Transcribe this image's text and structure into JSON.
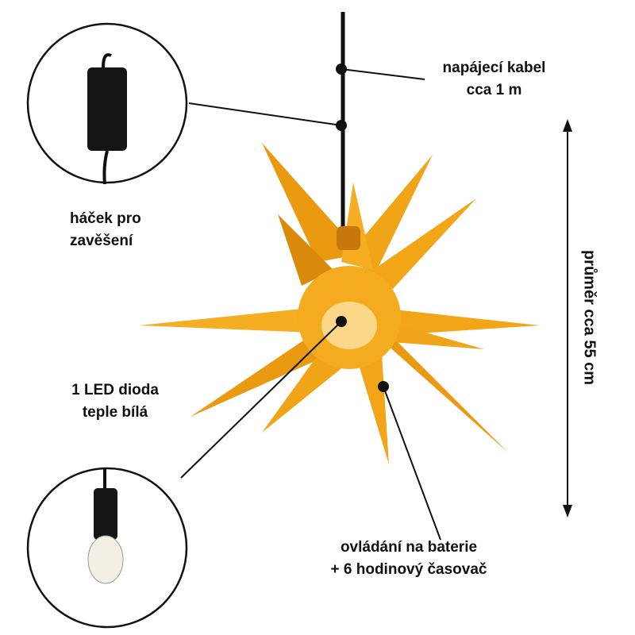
{
  "labels": {
    "cable": [
      "napájecí kabel",
      "cca 1 m"
    ],
    "hook": [
      "háček pro",
      "zavěšení"
    ],
    "led": [
      "1 LED dioda",
      "teple bílá"
    ],
    "control": [
      "ovládání na baterie",
      "+ 6 hodinový časovač"
    ],
    "diameter": "průměr cca 55 cm"
  },
  "colors": {
    "star": "#f2a516",
    "star_shade": "#d98a0a",
    "line": "#111111"
  }
}
